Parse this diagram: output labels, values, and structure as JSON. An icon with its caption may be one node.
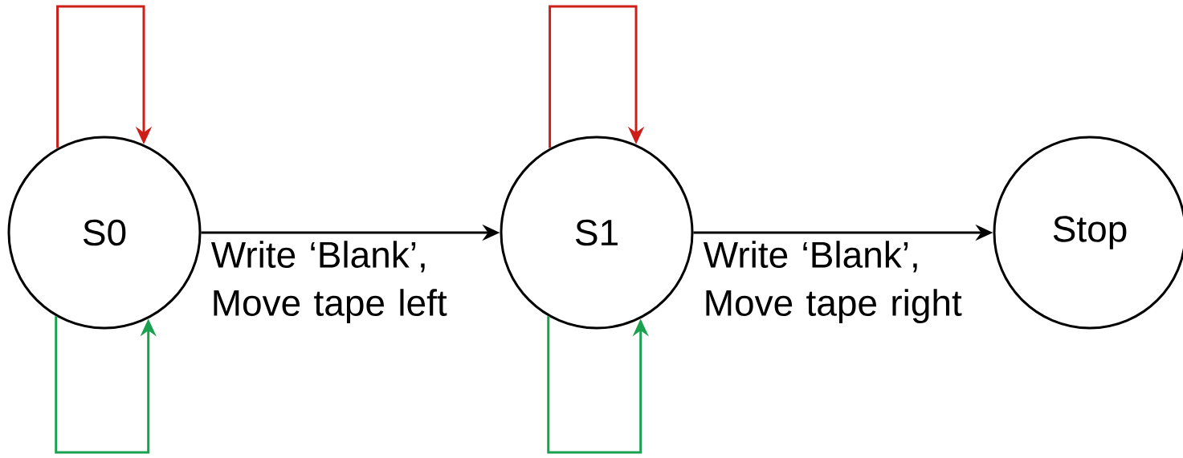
{
  "diagram": {
    "nodes": [
      {
        "text": [
          "S0"
        ]
      },
      {
        "text": [
          "S1"
        ]
      },
      {
        "text": [
          "Stop"
        ]
      }
    ],
    "edges": [
      {
        "from": 0,
        "to": 0,
        "arrow": "to",
        "color": "#cc1f1a"
      },
      {
        "from": 0,
        "to": 0,
        "arrow": "to",
        "color": "#1aa150"
      },
      {
        "from": 0,
        "to": 1,
        "arrow": "to",
        "color": "#000000",
        "label": "Write ‘Blank’, Move tape left"
      },
      {
        "from": 1,
        "to": 1,
        "arrow": "to",
        "color": "#cc1f1a"
      },
      {
        "from": 1,
        "to": 1,
        "arrow": "to",
        "color": "#1aa150"
      },
      {
        "from": 1,
        "to": 2,
        "arrow": "to",
        "color": "#000000",
        "label": "Write ‘Blank’, Move tape right"
      }
    ]
  }
}
